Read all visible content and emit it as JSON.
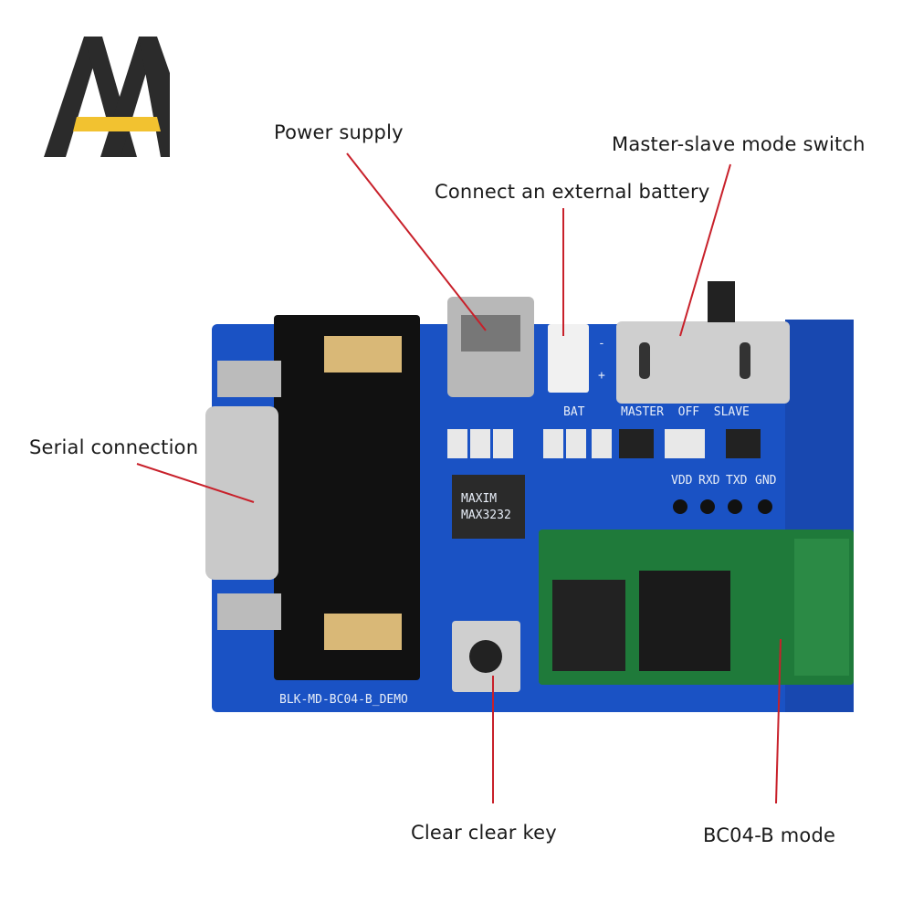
{
  "labels": {
    "power_supply": "Power supply",
    "external_battery": "Connect an external battery",
    "master_slave": "Master-slave mode switch",
    "serial_connection": "Serial connection",
    "clear_key": "Clear clear key",
    "bc04_mode": "BC04-B mode"
  },
  "board_silkscreen": {
    "bat": "BAT",
    "plus": "+",
    "minus": "-",
    "switch_positions": "MASTER  OFF  SLAVE",
    "pins": [
      "VDD",
      "RXD",
      "TXD",
      "GND"
    ],
    "chip": "MAXIM",
    "chip_part": "MAX3232",
    "board_name": "BLK-MD-BC04-B_DEMO"
  },
  "colors": {
    "pcb": "#1a52c4",
    "module": "#1f7a3a",
    "logo_dark": "#2b2b2b",
    "logo_accent": "#f2c230",
    "leader": "#c8202a"
  }
}
